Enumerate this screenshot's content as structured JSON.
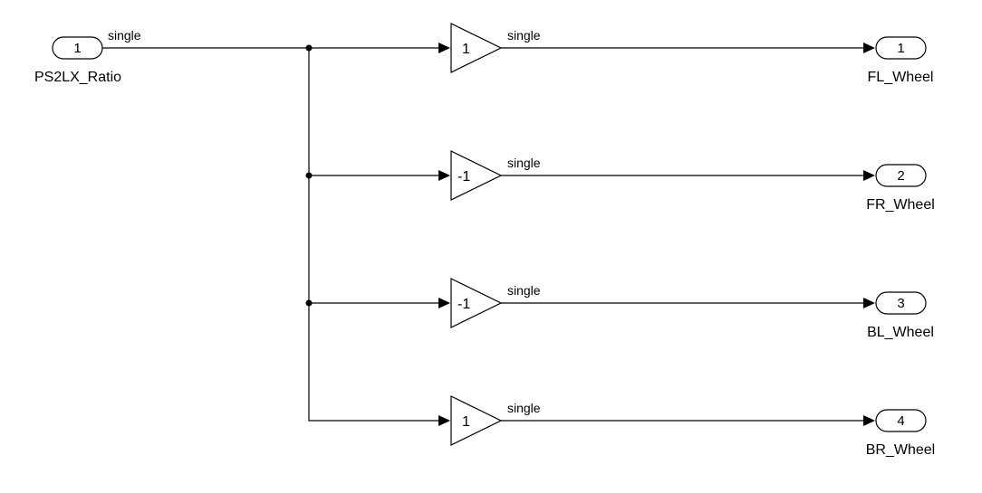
{
  "diagram": {
    "inport": {
      "number": "1",
      "name": "PS2LX_Ratio",
      "signal_type": "single"
    },
    "branches": [
      {
        "gain": "1",
        "signal_type": "single",
        "outport_number": "1",
        "outport_name": "FL_Wheel"
      },
      {
        "gain": "-1",
        "signal_type": "single",
        "outport_number": "2",
        "outport_name": "FR_Wheel"
      },
      {
        "gain": "-1",
        "signal_type": "single",
        "outport_number": "3",
        "outport_name": "BL_Wheel"
      },
      {
        "gain": "1",
        "signal_type": "single",
        "outport_number": "4",
        "outport_name": "BR_Wheel"
      }
    ]
  }
}
